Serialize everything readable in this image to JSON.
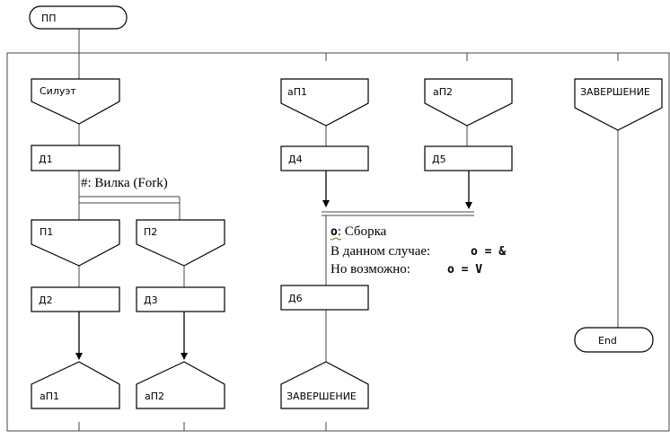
{
  "nodes": {
    "start": "ПП",
    "silhouette": "Силуэт",
    "d1": "Д1",
    "p1": "П1",
    "p2": "П2",
    "d2": "Д2",
    "d3": "Д3",
    "out_ap1": "аП1",
    "out_ap2": "аП2",
    "in_ap1": "аП1",
    "in_ap2": "аП2",
    "d4": "Д4",
    "d5": "Д5",
    "d6": "Д6",
    "finish_bottom": "ЗАВЕРШЕНИЕ",
    "finish_top": "ЗАВЕРШЕНИЕ",
    "end": "End"
  },
  "notes": {
    "fork": "#: Вилка (Fork)",
    "join_symbol": "o",
    "join_title": ": Сборка",
    "case_prefix": "В данном случае:",
    "case_expr": "o = &",
    "possible_prefix": "Но возможно:",
    "possible_expr": "o = V"
  }
}
